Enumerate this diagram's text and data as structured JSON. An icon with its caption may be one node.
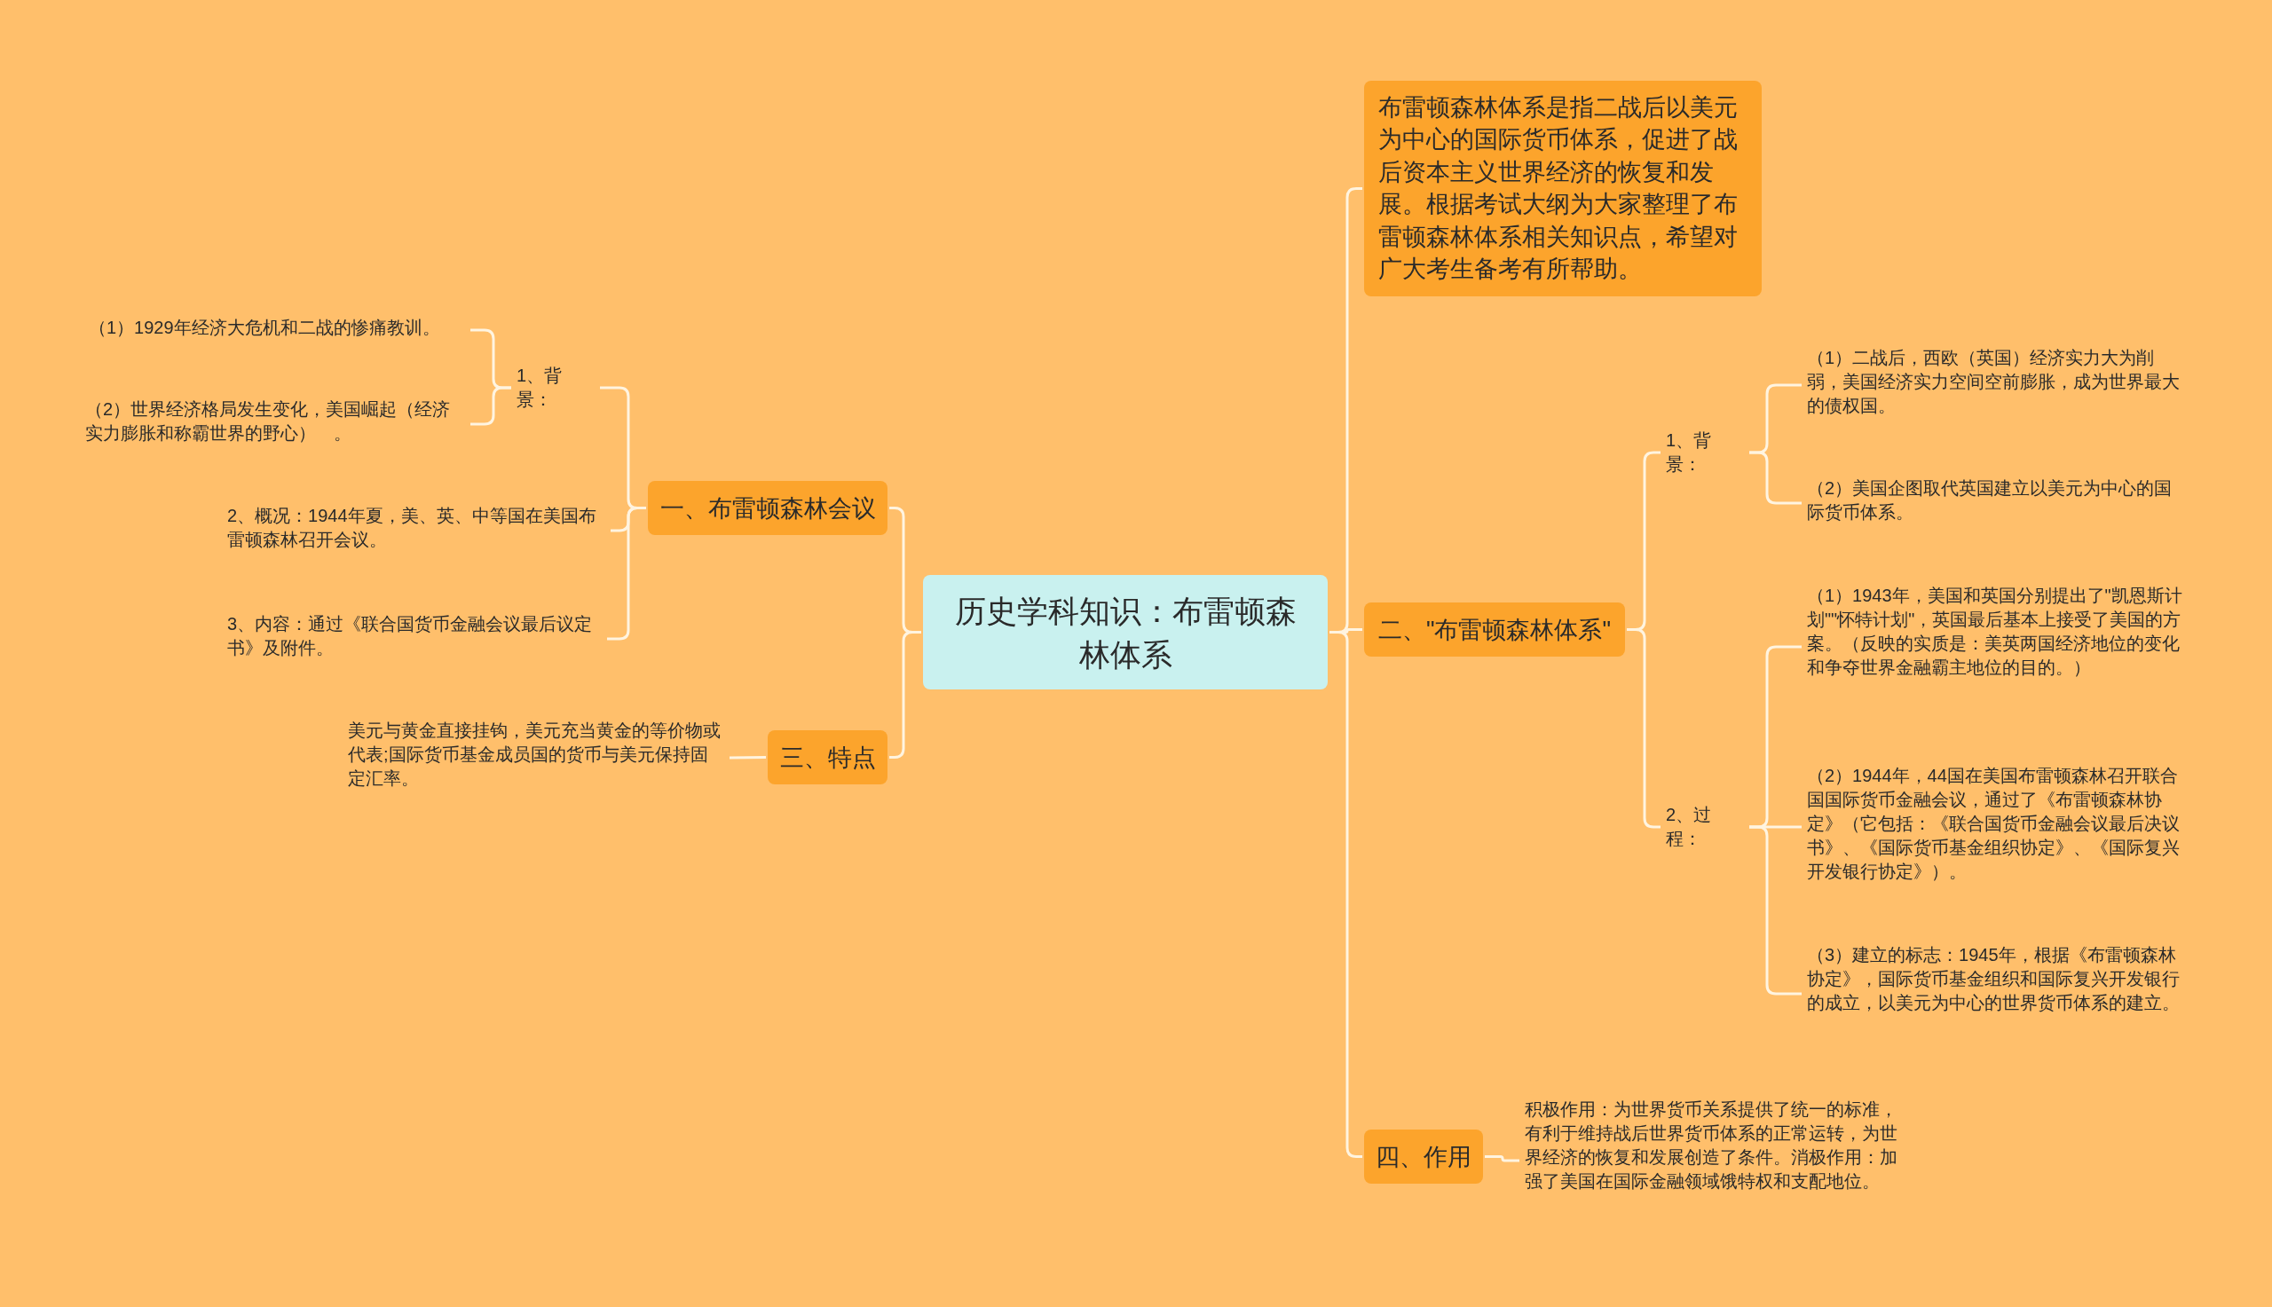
{
  "diagram": {
    "nodes": [
      {
        "text": [
          "历史学科知识：布雷顿森林体系"
        ]
      },
      {
        "text": [
          "布雷顿森林体系是指二战后以美元为中心的国际货币体系，促进了战后资本主义世界经济的恢复和发展。根据考试大纲为大家整理了布雷顿森林体系相关知识点，希望对广大考生备考有所帮助。"
        ]
      },
      {
        "text": [
          "一、布雷顿森林会议"
        ]
      },
      {
        "text": [
          "1、背景："
        ]
      },
      {
        "text": [
          "（1）1929年经济大危机和二战的惨痛教训。"
        ]
      },
      {
        "text": [
          "（2）世界经济格局发生变化，美国崛起（经济实力膨胀和称霸世界的野心）　。"
        ]
      },
      {
        "text": [
          "2、概况：1944年夏，美、英、中等国在美国布雷顿森林召开会议。"
        ]
      },
      {
        "text": [
          "3、内容：通过《联合国货币金融会议最后议定书》及附件。"
        ]
      },
      {
        "text": [
          "三、特点"
        ]
      },
      {
        "text": [
          "美元与黄金直接挂钩，美元充当黄金的等价物或代表;国际货币基金成员国的货币与美元保持固定汇率。"
        ]
      },
      {
        "text": [
          "二、\"布雷顿森林体系\""
        ]
      },
      {
        "text": [
          "1、背景："
        ]
      },
      {
        "text": [
          "（1）二战后，西欧（英国）经济实力大为削弱，美国经济实力空间空前膨胀，成为世界最大的债权国。"
        ]
      },
      {
        "text": [
          "（2）美国企图取代英国建立以美元为中心的国际货币体系。"
        ]
      },
      {
        "text": [
          "2、过程："
        ]
      },
      {
        "text": [
          "（1）1943年，美国和英国分别提出了\"凯恩斯计划\"\"怀特计划\"，英国最后基本上接受了美国的方案。（反映的实质是：美英两国经济地位的变化和争夺世界金融霸主地位的目的。）"
        ]
      },
      {
        "text": [
          "（2）1944年，44国在美国布雷顿森林召开联合国国际货币金融会议，通过了《布雷顿森林协定》（它包括：《联合国货币金融会议最后决议书》、《国际货币基金组织协定》、《国际复兴开发银行协定》）。"
        ]
      },
      {
        "text": [
          "（3）建立的标志：1945年，根据《布雷顿森林协定》，国际货币基金组织和国际复兴开发银行的成立，以美元为中心的世界货币体系的建立。"
        ]
      },
      {
        "text": [
          "四、作用"
        ]
      },
      {
        "text": [
          "积极作用：为世界货币关系提供了统一的标准，有利于维持战后世界货币体系的正常运转，为世界经济的恢复和发展创造了条件。消极作用：加强了美国在国际金融领域饿特权和支配地位。"
        ]
      }
    ],
    "edges": [
      {
        "from": 0,
        "to": 1,
        "arrow": "none"
      },
      {
        "from": 0,
        "to": 2,
        "arrow": "none"
      },
      {
        "from": 0,
        "to": 8,
        "arrow": "none"
      },
      {
        "from": 0,
        "to": 10,
        "arrow": "none"
      },
      {
        "from": 0,
        "to": 18,
        "arrow": "none"
      },
      {
        "from": 2,
        "to": 3,
        "arrow": "none"
      },
      {
        "from": 3,
        "to": 4,
        "arrow": "none"
      },
      {
        "from": 3,
        "to": 5,
        "arrow": "none"
      },
      {
        "from": 2,
        "to": 6,
        "arrow": "none"
      },
      {
        "from": 2,
        "to": 7,
        "arrow": "none"
      },
      {
        "from": 8,
        "to": 9,
        "arrow": "none"
      },
      {
        "from": 10,
        "to": 11,
        "arrow": "none"
      },
      {
        "from": 11,
        "to": 12,
        "arrow": "none"
      },
      {
        "from": 11,
        "to": 13,
        "arrow": "none"
      },
      {
        "from": 10,
        "to": 14,
        "arrow": "none"
      },
      {
        "from": 14,
        "to": 15,
        "arrow": "none"
      },
      {
        "from": 14,
        "to": 16,
        "arrow": "none"
      },
      {
        "from": 14,
        "to": 17,
        "arrow": "none"
      },
      {
        "from": 18,
        "to": 19,
        "arrow": "none"
      }
    ]
  }
}
